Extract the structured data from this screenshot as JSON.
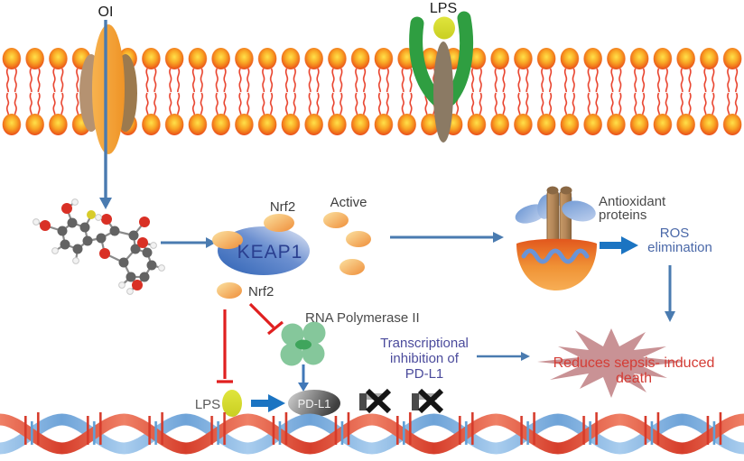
{
  "labels": {
    "oi": "OI",
    "lps_receptor": "LPS",
    "nrf2_bound": "Nrf2",
    "active": "Active",
    "keap1": "KEAP1",
    "nrf2_released": "Nrf2",
    "rna_polymerase": "RNA Polymerase II",
    "antioxidant_line1": "Antioxidant",
    "antioxidant_line2": "proteins",
    "ros_line1": "ROS",
    "ros_line2": "elimination",
    "transcription_line1": "Transcriptional",
    "transcription_line2": "inhibition of",
    "transcription_line3": "PD-L1",
    "lps_ligand": "LPS",
    "pdl1": "PD-L1",
    "death_line1": "Reduces sepsis- induced",
    "death_line2": "death"
  },
  "colors": {
    "lipid_head_center": "#ffe14a",
    "lipid_head_rim": "#e53c20",
    "lipid_tail": "#e8402a",
    "oi_channel": "#f5a63a",
    "oi_channel_side": "#a98a5f",
    "lps_horn_green": "#2f9e41",
    "lps_stalk": "#8b7a64",
    "lps_ligand_yellow": "#d6db2f",
    "keap1_blue": "#3d6fc0",
    "nrf2_orange": "#f0913c",
    "rna_pol_green": "#85c79b",
    "pdl1_gray": "#474747",
    "inhibition_red": "#e01f1f",
    "thin_arrow_blue": "#4a7bb0",
    "thick_arrow_blue": "#1b74c2",
    "bowl_orange": "#ef8230",
    "petal_blue": "#7aa0d8",
    "starburst_rose": "#c99295",
    "death_text_red": "#d43c35",
    "dna_red": "#e05540",
    "dna_blue": "#8db9e6"
  }
}
